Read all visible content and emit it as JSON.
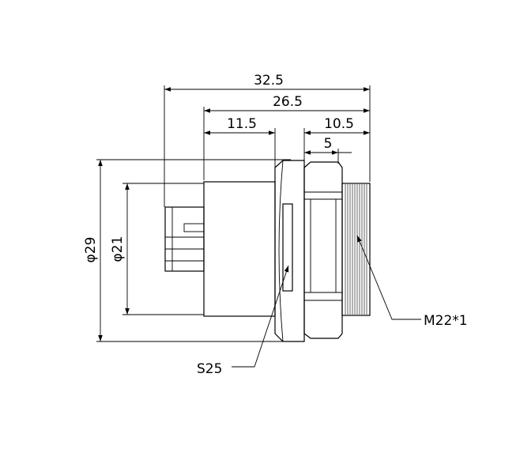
{
  "dimensions": {
    "overall_length": "32.5",
    "body_length": "26.5",
    "front_length": "11.5",
    "rear_length": "10.5",
    "nut_width": "5",
    "outer_diameter": "φ29",
    "inner_diameter": "φ21"
  },
  "callouts": {
    "wrench_size": "S25",
    "thread": "M22*1"
  }
}
